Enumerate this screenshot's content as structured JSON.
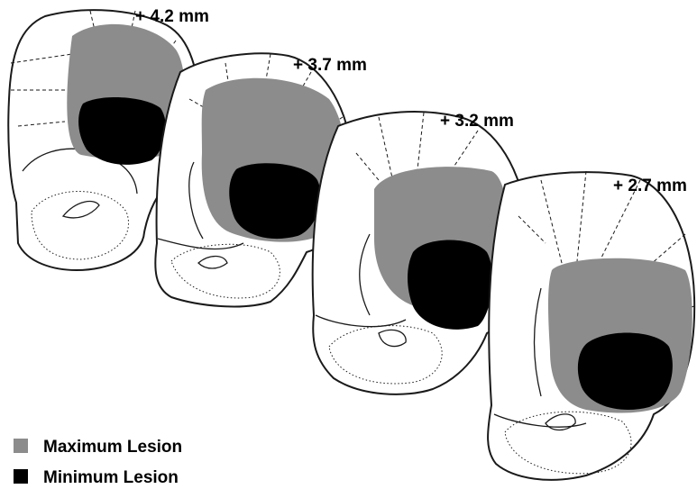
{
  "colors": {
    "maximum_lesion": "#8c8c8c",
    "minimum_lesion": "#000000"
  },
  "sections": [
    {
      "label": "+ 4.2 mm"
    },
    {
      "label": "+ 3.7 mm"
    },
    {
      "label": "+ 3.2 mm"
    },
    {
      "label": "+ 2.7 mm"
    }
  ],
  "legend": {
    "items": [
      {
        "label": "Maximum Lesion",
        "color": "#8c8c8c"
      },
      {
        "label": "Minimum Lesion",
        "color": "#000000"
      }
    ]
  }
}
